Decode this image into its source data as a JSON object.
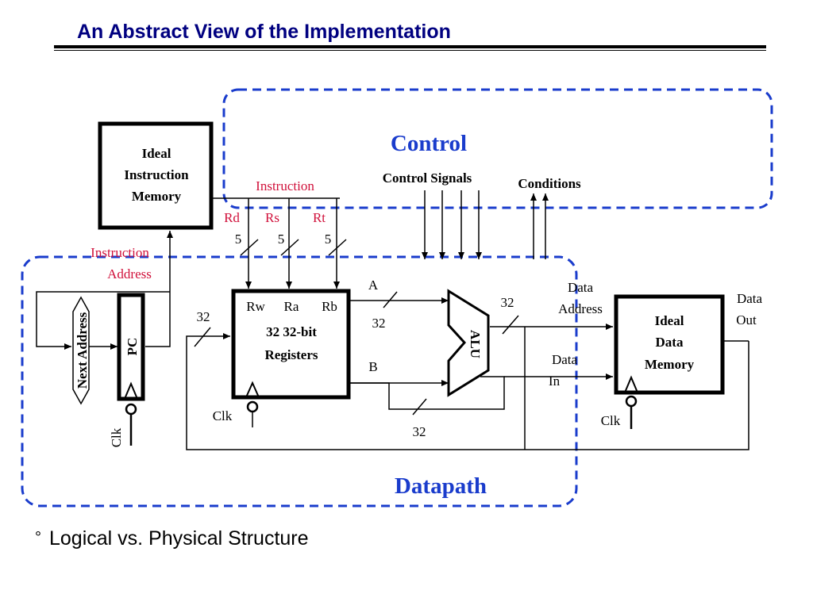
{
  "title": "An Abstract View of the Implementation",
  "bullet": {
    "symbol": "°",
    "text": "Logical vs. Physical Structure"
  },
  "regions": {
    "control": "Control",
    "datapath": "Datapath"
  },
  "blocks": {
    "instruction_memory": [
      "Ideal",
      "Instruction",
      "Memory"
    ],
    "registers": {
      "ports": [
        "Rw",
        "Ra",
        "Rb"
      ],
      "lines": [
        "32 32-bit",
        "Registers"
      ]
    },
    "alu": "ALU",
    "data_memory": [
      "Ideal",
      "Data",
      "Memory"
    ],
    "pc": "PC",
    "next_address": "Next Address"
  },
  "labels": {
    "instruction": "Instruction",
    "rd": "Rd",
    "rs": "Rs",
    "rt": "Rt",
    "width_5": "5",
    "width_32": "32",
    "instruction_address": [
      "Instruction",
      "Address"
    ],
    "control_signals": "Control Signals",
    "conditions": "Conditions",
    "a": "A",
    "b": "B",
    "data_address": [
      "Data",
      "Address"
    ],
    "data_in": [
      "Data",
      "In"
    ],
    "data_out": [
      "Data",
      "Out"
    ],
    "clk": "Clk"
  },
  "colors": {
    "title": "#000080",
    "region_border": "#1a3ccc",
    "region_label": "#1a3ccc",
    "signal_label": "#d0103a",
    "wire": "#000000"
  }
}
